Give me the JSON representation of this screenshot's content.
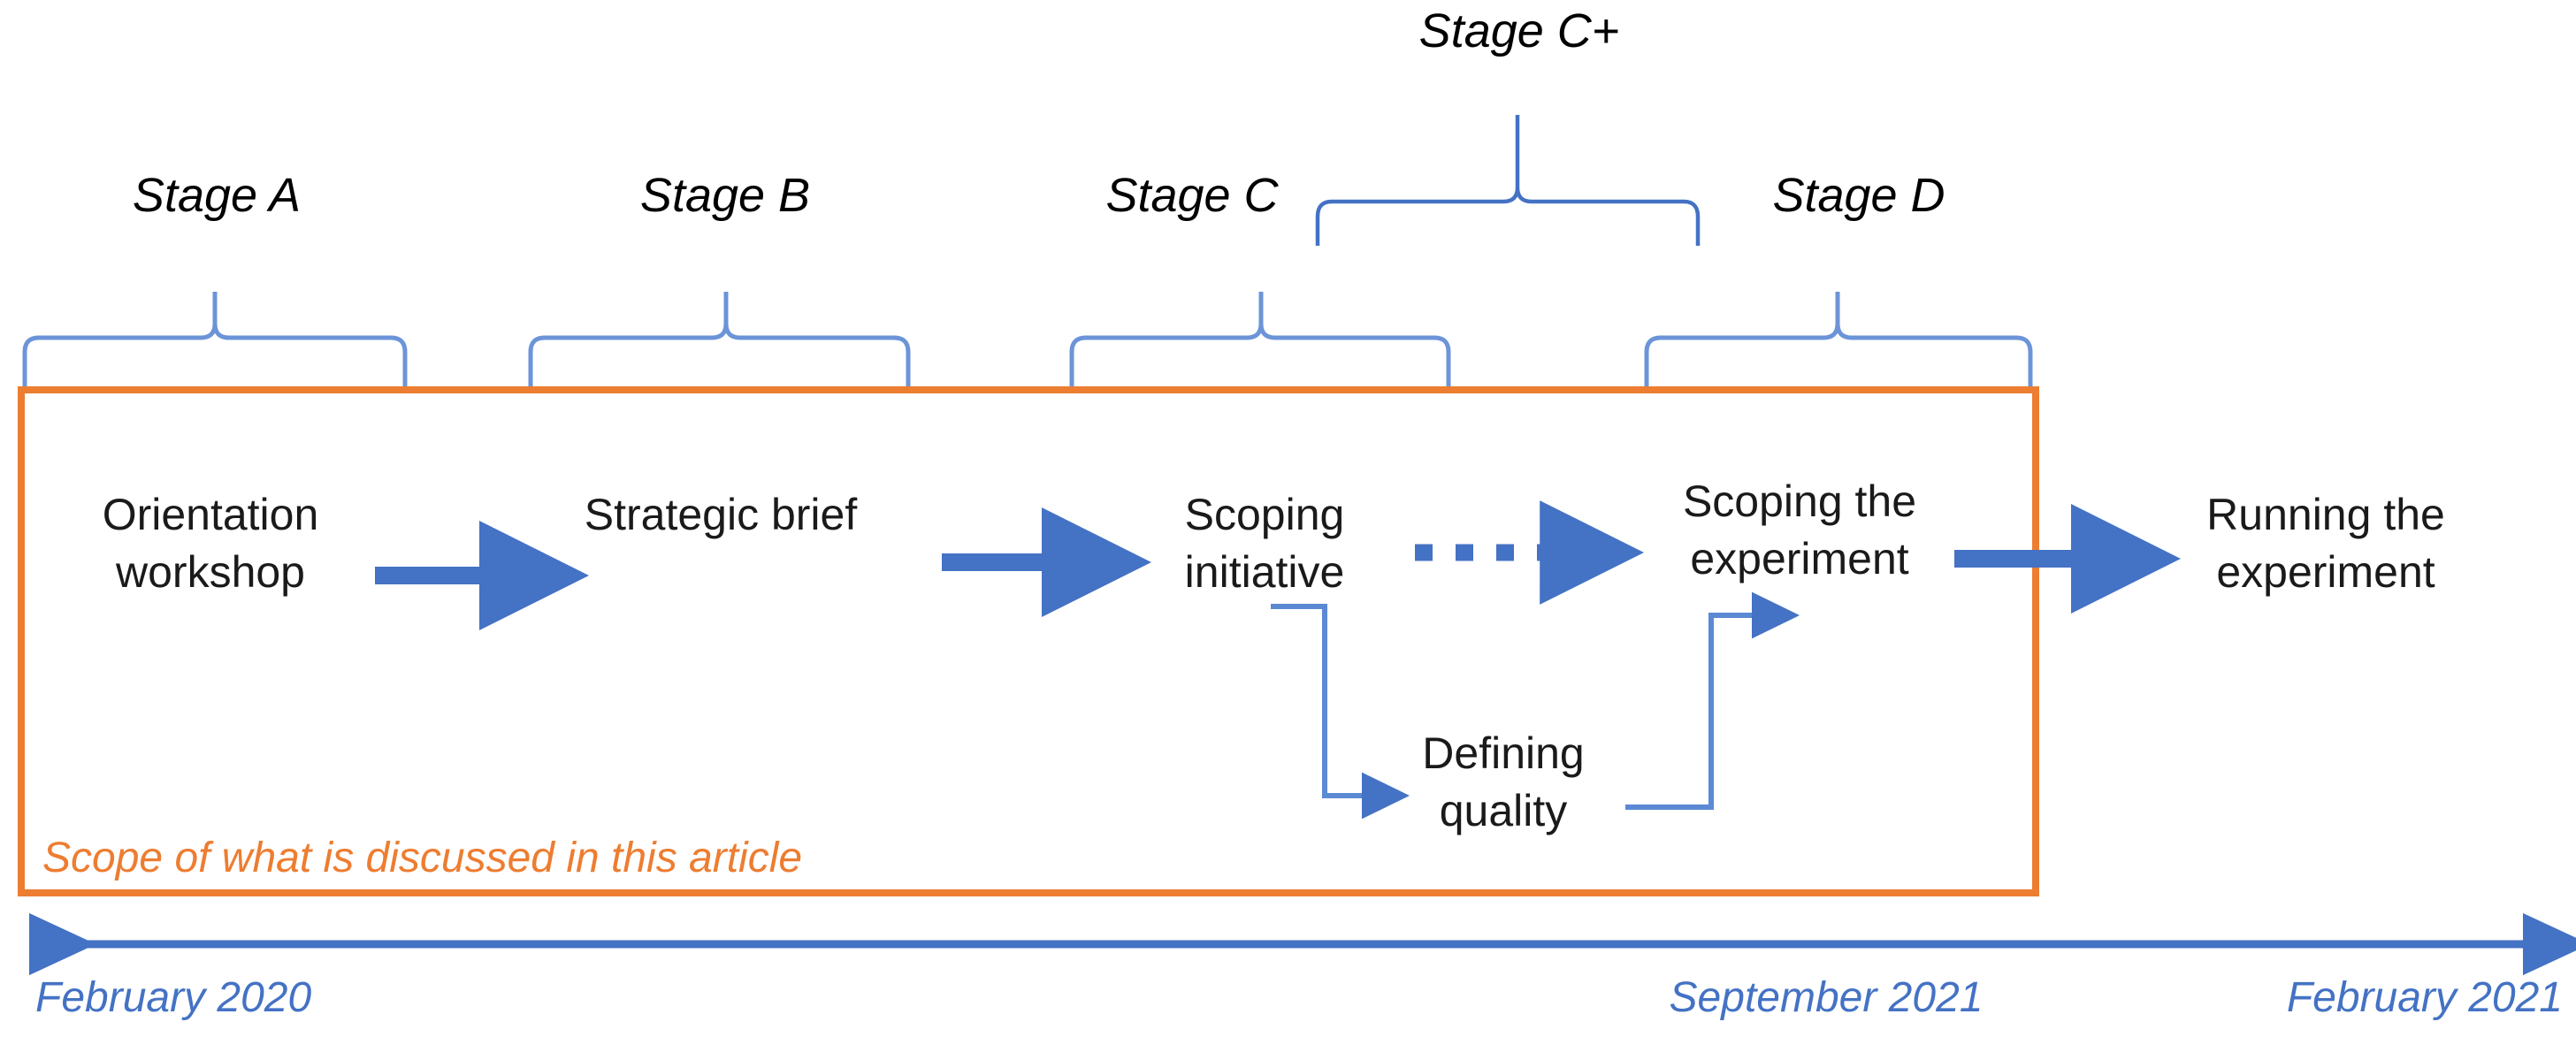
{
  "diagram": {
    "title_text_present": false,
    "colors": {
      "brace_blue": "#6C94D8",
      "arrow_blue": "#4472C4",
      "connector_blue": "#5B89D4",
      "scope_orange": "#ED7D31",
      "text_black": "#1a1a1a"
    },
    "stages": [
      {
        "id": "stage-a",
        "label": "Stage A"
      },
      {
        "id": "stage-b",
        "label": "Stage B"
      },
      {
        "id": "stage-c",
        "label": "Stage C"
      },
      {
        "id": "stage-c-plus",
        "label": "Stage C+"
      },
      {
        "id": "stage-d",
        "label": "Stage D"
      }
    ],
    "nodes": [
      {
        "id": "orientation-workshop",
        "label": "Orientation\nworkshop"
      },
      {
        "id": "strategic-brief",
        "label": "Strategic brief"
      },
      {
        "id": "scoping-initiative",
        "label": "Scoping\ninitiative"
      },
      {
        "id": "defining-quality",
        "label": "Defining\nquality"
      },
      {
        "id": "scoping-the-experiment",
        "label": "Scoping the\nexperiment"
      },
      {
        "id": "running-the-experiment",
        "label": "Running the\nexperiment"
      }
    ],
    "scope_box": {
      "caption": "Scope of what is discussed in this article"
    },
    "timeline": {
      "labels": [
        {
          "id": "timeline-start",
          "text": "February 2020"
        },
        {
          "id": "timeline-middle",
          "text": "September 2021"
        },
        {
          "id": "timeline-end",
          "text": "February 2021"
        }
      ]
    },
    "connectors": [
      {
        "id": "arrow-orientation-to-brief",
        "style": "solid"
      },
      {
        "id": "arrow-brief-to-scoping-initiative",
        "style": "solid"
      },
      {
        "id": "arrow-scoping-initiative-to-scoping-experiment",
        "style": "dotted"
      },
      {
        "id": "arrow-scoping-initiative-to-defining-quality",
        "style": "elbow"
      },
      {
        "id": "arrow-defining-quality-to-scoping-experiment",
        "style": "elbow"
      },
      {
        "id": "arrow-scoping-experiment-to-running-experiment",
        "style": "solid"
      }
    ]
  }
}
